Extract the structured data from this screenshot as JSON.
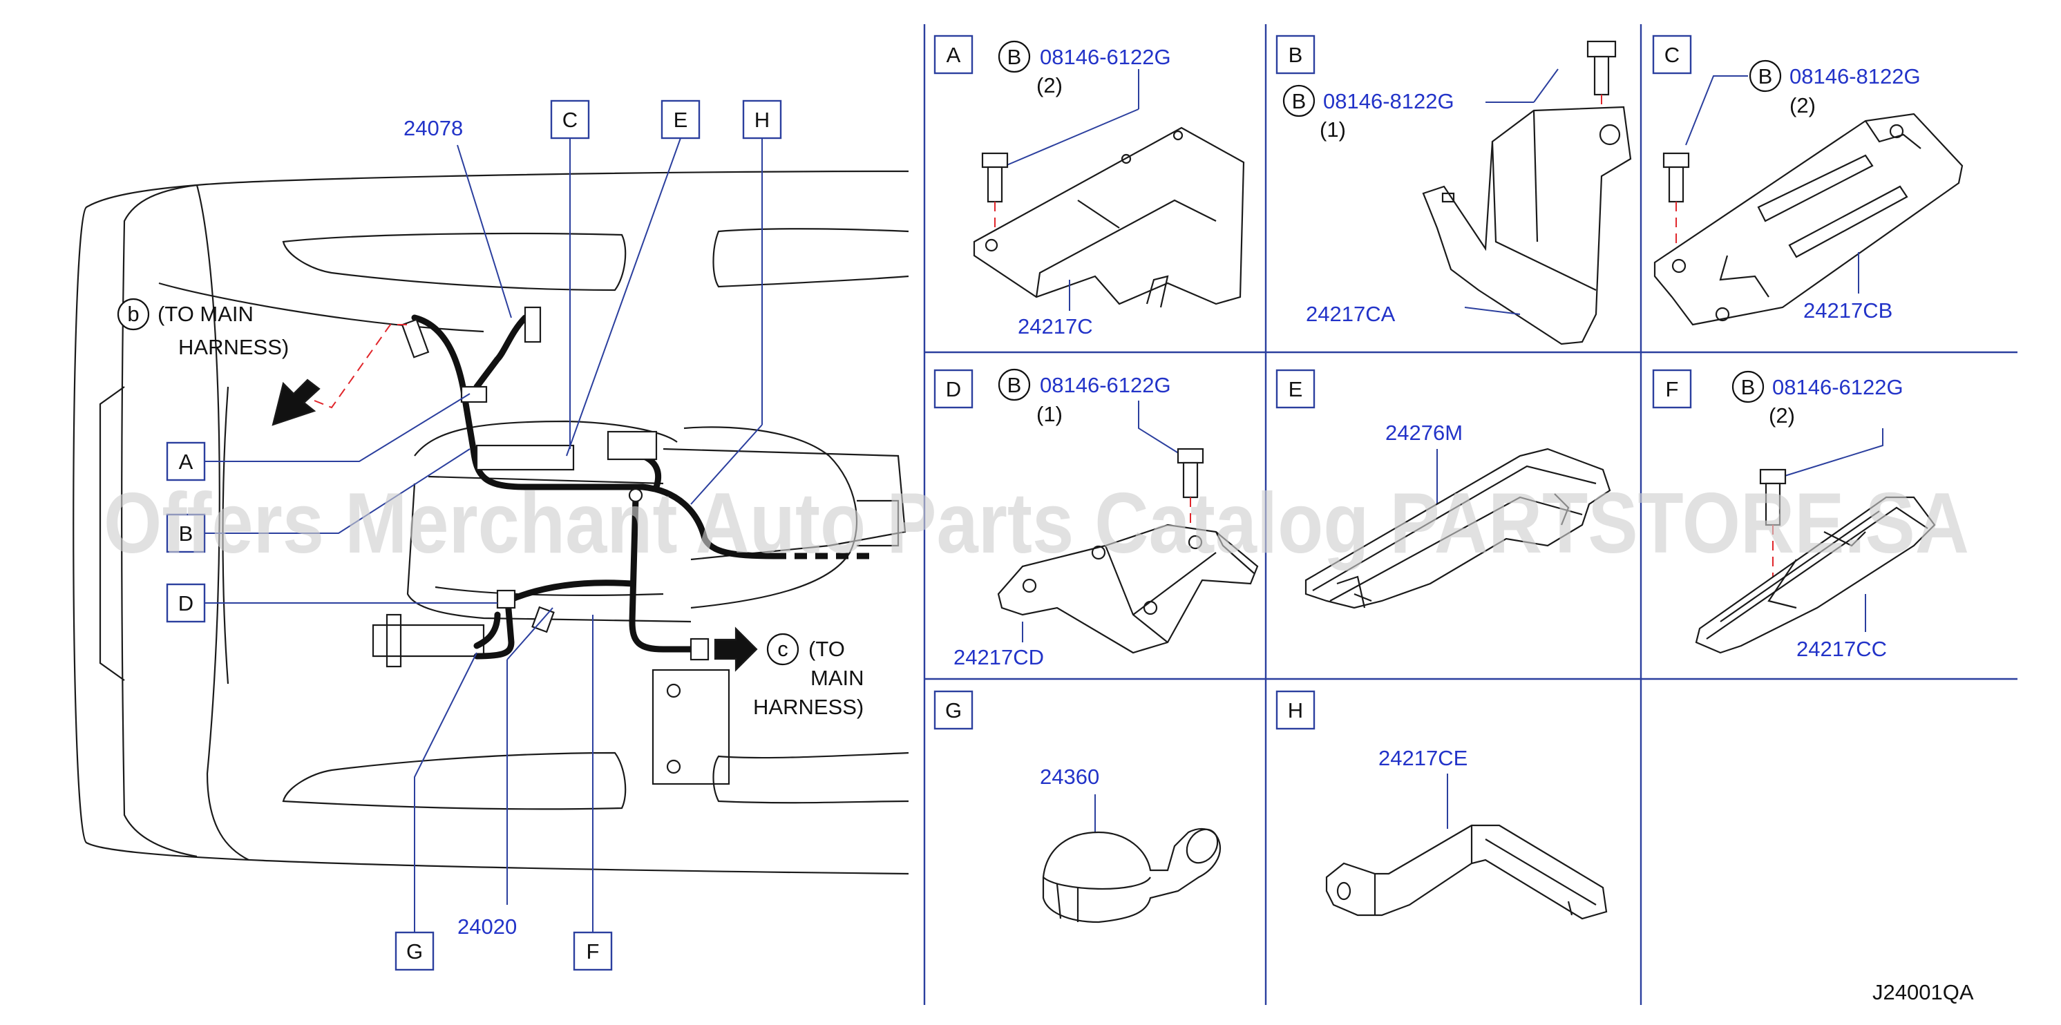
{
  "callouts": {
    "p24078": "24078",
    "p24020": "24020",
    "to_main_b_1": "(TO   MAIN",
    "to_main_b_2": "HARNESS)",
    "to_main_c_1": "(TO",
    "to_main_c_2": "MAIN",
    "to_main_c_3": "HARNESS)",
    "circle_b": "b",
    "circle_c": "c"
  },
  "overview_labels": {
    "A": "A",
    "B": "B",
    "C": "C",
    "D": "D",
    "E": "E",
    "F": "F",
    "G": "G",
    "H": "H"
  },
  "panels": {
    "A": {
      "label": "A",
      "bolt_ref": "B",
      "bolt": "08146-6122G",
      "qty": "(2)",
      "part": "24217C"
    },
    "B": {
      "label": "B",
      "bolt_ref": "B",
      "bolt": "08146-8122G",
      "qty": "(1)",
      "part": "24217CA"
    },
    "C": {
      "label": "C",
      "bolt_ref": "B",
      "bolt": "08146-8122G",
      "qty": "(2)",
      "part": "24217CB"
    },
    "D": {
      "label": "D",
      "bolt_ref": "B",
      "bolt": "08146-6122G",
      "qty": "(1)",
      "part": "24217CD"
    },
    "E": {
      "label": "E",
      "part": "24276M"
    },
    "F": {
      "label": "F",
      "bolt_ref": "B",
      "bolt": "08146-6122G",
      "qty": "(2)",
      "part": "24217CC"
    },
    "G": {
      "label": "G",
      "part": "24360"
    },
    "H": {
      "label": "H",
      "part": "24217CE"
    }
  },
  "diagram_code": "J24001QA",
  "watermark": "Offers Merchant Auto Parts Catalog PARTSTORE.SA",
  "colors": {
    "part_number": "#2233c8",
    "grid_lines": "#2b3f9e",
    "bolt_axis": "#e0262b",
    "line_art": "#1a1a1a"
  }
}
